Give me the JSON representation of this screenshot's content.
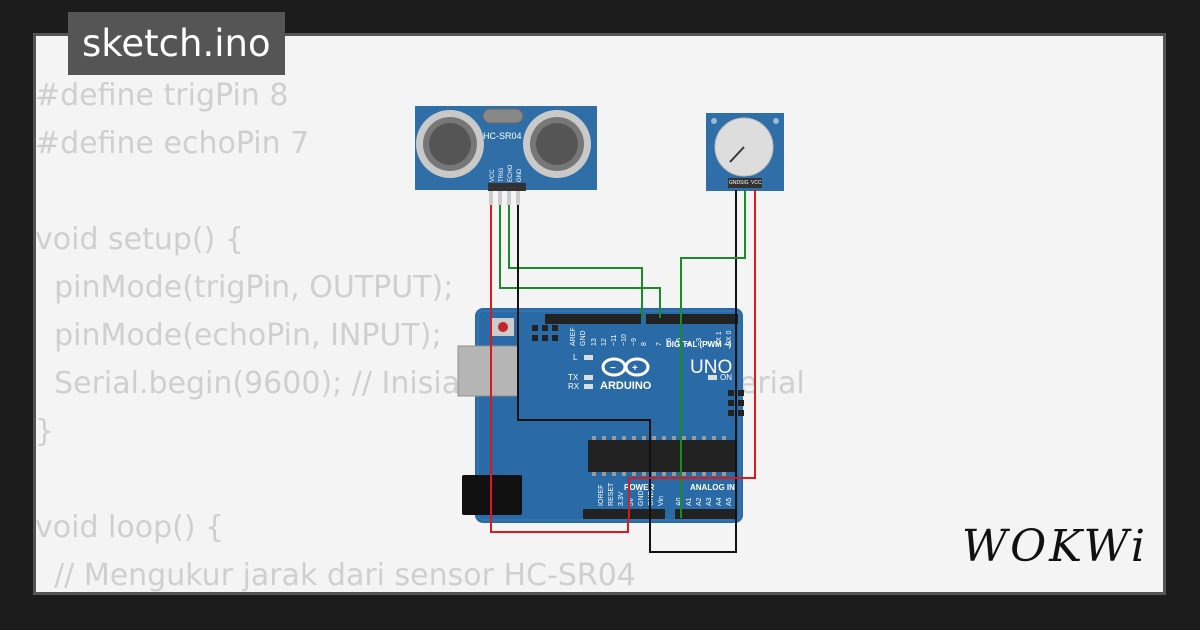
{
  "title": "sketch.ino",
  "code_lines": [
    "#define trigPin 8",
    "#define echoPin 7",
    "",
    "void setup() {",
    "  pinMode(trigPin, OUTPUT);",
    "  pinMode(echoPin, INPUT);",
    "  Serial.begin(9600); // Inisialisasi komunikasi serial",
    "}",
    "",
    "void loop() {",
    "  // Mengukur jarak dari sensor HC-SR04"
  ],
  "components": {
    "sensor": {
      "label": "HC-SR04",
      "pins": [
        "VCC",
        "TRIG",
        "ECHO",
        "GND"
      ]
    },
    "potentiometer": {
      "pins": [
        "GND",
        "SIG",
        "VCC"
      ]
    },
    "arduino": {
      "brand": "ARDUINO",
      "model": "UNO",
      "digital_label": "DIGITAL (PWM ~)",
      "power_label": "POWER",
      "analog_label": "ANALOG IN",
      "on_label": "ON",
      "led_labels": [
        "L",
        "TX",
        "RX"
      ],
      "top_pins": [
        "AREF",
        "GND",
        "13",
        "12",
        "~11",
        "~10",
        "~9",
        "8",
        "7",
        "~6",
        "~5",
        "4",
        "~3",
        "2",
        "TX 1",
        "RX 0"
      ],
      "power_pins": [
        "IOREF",
        "RESET",
        "3.3V",
        "5V",
        "GND",
        "GND",
        "Vin"
      ],
      "analog_pins": [
        "A0",
        "A1",
        "A2",
        "A3",
        "A4",
        "A5"
      ]
    }
  },
  "brand_logo": "WOKWi",
  "colors": {
    "background": "#1c1c1c",
    "card": "#f4f4f4",
    "title_tab": "#555555",
    "code_text": "#cfcfcf",
    "board": "#2a6aa6",
    "wire_red": "#e0181b",
    "wire_green": "#1a8a2a",
    "wire_black": "#111111"
  }
}
